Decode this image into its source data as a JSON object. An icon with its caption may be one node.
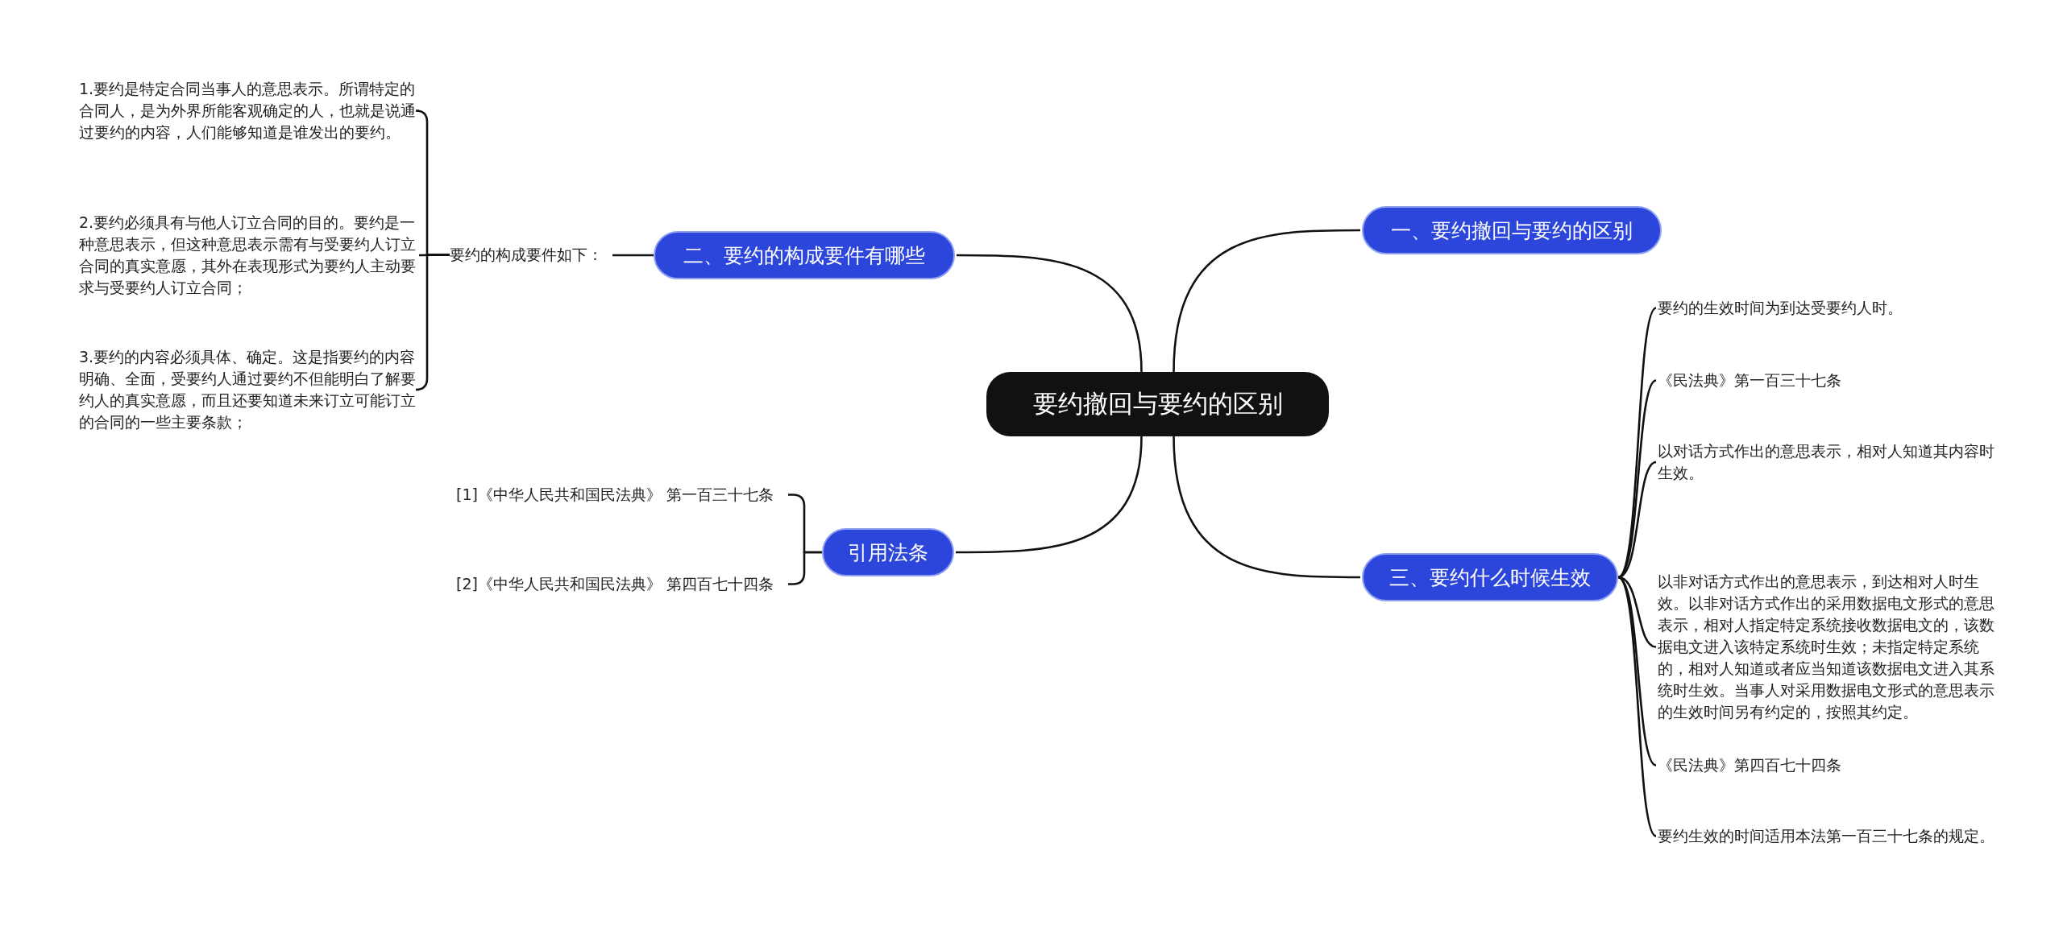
{
  "diagram": {
    "nodes": [
      {
        "text": [
          "要约撤回与要约的区别"
        ]
      },
      {
        "text": [
          "一、要约撤回与要约的区别"
        ]
      },
      {
        "text": [
          "三、要约什么时候生效"
        ]
      },
      {
        "text": [
          "二、要约的构成要件有哪些"
        ]
      },
      {
        "text": [
          "引用法条"
        ]
      },
      {
        "text": [
          "要约的构成要件如下："
        ]
      },
      {
        "text": [
          "1.要约是特定合同当事人的意思表示。所谓特定的合同人，是为外界所能客观确定的人，也就是说通过要约的内容，人们能够知道是谁发出的要约。"
        ]
      },
      {
        "text": [
          "2.要约必须具有与他人订立合同的目的。要约是一种意思表示，但这种意思表示需有与受要约人订立合同的真实意愿，其外在表现形式为要约人主动要求与受要约人订立合同；"
        ]
      },
      {
        "text": [
          "3.要约的内容必须具体、确定。这是指要约的内容明确、全面，受要约人通过要约不但能明白了解要约人的真实意愿，而且还要知道未来订立可能订立的合同的一些主要条款；"
        ]
      },
      {
        "text": [
          "[1]《中华人民共和国民法典》 第一百三十七条"
        ]
      },
      {
        "text": [
          "[2]《中华人民共和国民法典》 第四百七十四条"
        ]
      },
      {
        "text": [
          "要约的生效时间为到达受要约人时。"
        ]
      },
      {
        "text": [
          "《民法典》第一百三十七条"
        ]
      },
      {
        "text": [
          "以对话方式作出的意思表示，相对人知道其内容时生效。"
        ]
      },
      {
        "text": [
          "以非对话方式作出的意思表示，到达相对人时生效。以非对话方式作出的采用数据电文形式的意思表示，相对人指定特定系统接收数据电文的，该数据电文进入该特定系统时生效；未指定特定系统的，相对人知道或者应当知道该数据电文进入其系统时生效。当事人对采用数据电文形式的意思表示的生效时间另有约定的，按照其约定。"
        ]
      },
      {
        "text": [
          "《民法典》第四百七十四条"
        ]
      },
      {
        "text": [
          "要约生效的时间适用本法第一百三十七条的规定。"
        ]
      }
    ],
    "edges": [
      {
        "from": 0,
        "to": 1,
        "arrow": "none"
      },
      {
        "from": 0,
        "to": 2,
        "arrow": "none"
      },
      {
        "from": 0,
        "to": 3,
        "arrow": "none"
      },
      {
        "from": 0,
        "to": 4,
        "arrow": "none"
      },
      {
        "from": 3,
        "to": 5,
        "arrow": "none"
      },
      {
        "from": 5,
        "to": 6,
        "arrow": "none"
      },
      {
        "from": 5,
        "to": 7,
        "arrow": "none"
      },
      {
        "from": 5,
        "to": 8,
        "arrow": "none"
      },
      {
        "from": 4,
        "to": 9,
        "arrow": "none"
      },
      {
        "from": 4,
        "to": 10,
        "arrow": "none"
      },
      {
        "from": 2,
        "to": 11,
        "arrow": "none"
      },
      {
        "from": 2,
        "to": 12,
        "arrow": "none"
      },
      {
        "from": 2,
        "to": 13,
        "arrow": "none"
      },
      {
        "from": 2,
        "to": 14,
        "arrow": "none"
      },
      {
        "from": 2,
        "to": 15,
        "arrow": "none"
      },
      {
        "from": 2,
        "to": 16,
        "arrow": "none"
      }
    ]
  }
}
